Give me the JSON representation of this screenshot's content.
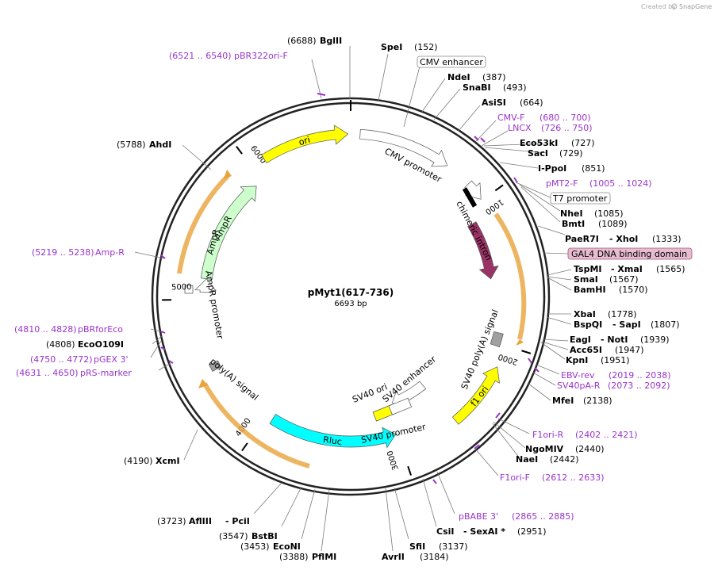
{
  "credit": {
    "text": "Created by",
    "brand": "SnapGene"
  },
  "plasmid": {
    "name": "pMyt1(617-736)",
    "size": "6693 bp"
  },
  "colors": {
    "primer": "#9a33cc",
    "ori": "#ffff00",
    "ampr": "#ccffcc",
    "rluc": "#00ffff",
    "gal4": "#993366",
    "orf_outline": "#e8a33a"
  },
  "ticks": [
    {
      "text": "1000",
      "pos": 1000
    },
    {
      "text": "2000",
      "pos": 2000
    },
    {
      "text": "3000",
      "pos": 3000
    },
    {
      "text": "4000",
      "pos": 4000
    },
    {
      "text": "5000",
      "pos": 5000
    },
    {
      "text": "6000",
      "pos": 6000
    }
  ],
  "features": [
    {
      "name": "ori",
      "start": 6095,
      "end": 6676,
      "dir": "cw",
      "color": "#ffff00",
      "track": 0,
      "label_on": true
    },
    {
      "name": "CMV promoter",
      "start": 62,
      "end": 677,
      "dir": "cw",
      "color": "#ffffff",
      "track": 0,
      "label_on": false
    },
    {
      "name": "chimeric intron",
      "start": 860,
      "end": 990,
      "dir": "cw",
      "color": "#ffffff",
      "track": 0,
      "label_on": false
    },
    {
      "name": "GAL4 DNA binding domain",
      "start": 1100,
      "end": 1540,
      "dir": "cw",
      "color": "#993366",
      "track": 0,
      "label_on": false
    },
    {
      "name": "SV40 poly(A) signal",
      "start": 1930,
      "end": 2022,
      "dir": "none",
      "color": "#a0a0a0",
      "track": 0,
      "label_on": false
    },
    {
      "name": "f1 ori",
      "start": 2150,
      "end": 2600,
      "dir": "ccw",
      "color": "#ffff00",
      "track": 0,
      "label_on": true
    },
    {
      "name": "SV40 promoter",
      "start": 2620,
      "end": 2950,
      "dir": "cw",
      "color": "#ffffff",
      "track": 0,
      "label_on": false
    },
    {
      "name": "Rluc",
      "start": 3010,
      "end": 3950,
      "dir": "ccw",
      "color": "#00ffff",
      "track": 0,
      "label_on": true
    },
    {
      "name": "poly(A) signal",
      "start": 4490,
      "end": 4540,
      "dir": "none",
      "color": "#a0a0a0",
      "track": 0,
      "label_on": false
    },
    {
      "name": "AmpR promoter",
      "start": 5050,
      "end": 5150,
      "dir": "cw",
      "color": "#ffffff",
      "track": 0,
      "label_on": false
    },
    {
      "name": "AmpR",
      "start": 5150,
      "end": 5940,
      "dir": "cw",
      "color": "#ccffcc",
      "track": 0,
      "label_on": true
    }
  ],
  "feature_labels": [
    {
      "text": "CMV promoter"
    },
    {
      "text": "chimeric intron"
    },
    {
      "text": "SV40 poly(A) signal"
    },
    {
      "text": "SV40 ori"
    },
    {
      "text": "SV40 enhancer"
    },
    {
      "text": "SV40 promoter"
    },
    {
      "text": "poly(A) signal"
    },
    {
      "text": "AmpR promoter"
    },
    {
      "text": "AmpR"
    }
  ],
  "labels": [
    {
      "name": "BglII",
      "pos": "(6688)"
    },
    {
      "name": "SpeI",
      "pos": "(152)"
    },
    {
      "name": "CMV enhancer",
      "pos": ""
    },
    {
      "name": "NdeI",
      "pos": "(387)"
    },
    {
      "name": "SnaBI",
      "pos": "(493)"
    },
    {
      "name": "AsiSI",
      "pos": "(664)"
    },
    {
      "name": "CMV-F",
      "pos": "(680 .. 700)"
    },
    {
      "name": "LNCX",
      "pos": "(726 .. 750)"
    },
    {
      "name": "Eco53kI",
      "pos": "(727)"
    },
    {
      "name": "SacI",
      "pos": "(729)"
    },
    {
      "name": "I-PpoI",
      "pos": "(851)"
    },
    {
      "name": "pMT2-F",
      "pos": "(1005 .. 1024)"
    },
    {
      "name": "T7 promoter",
      "pos": ""
    },
    {
      "name": "NheI",
      "pos": "(1085)"
    },
    {
      "name": "BmtI",
      "pos": "(1089)"
    },
    {
      "name": "PaeR7I",
      "pos": "- XhoI",
      "pos2": "(1333)"
    },
    {
      "name": "GAL4 DNA binding domain",
      "pos": ""
    },
    {
      "name": "TspMI",
      "pos": "- XmaI",
      "pos2": "(1565)"
    },
    {
      "name": "SmaI",
      "pos": "(1567)"
    },
    {
      "name": "BamHI",
      "pos": "(1570)"
    },
    {
      "name": "XbaI",
      "pos": "(1778)"
    },
    {
      "name": "BspQI",
      "pos": "- SapI",
      "pos2": "(1807)"
    },
    {
      "name": "EagI",
      "pos": "- NotI",
      "pos2": "(1939)"
    },
    {
      "name": "Acc65I",
      "pos": "(1947)"
    },
    {
      "name": "KpnI",
      "pos": "(1951)"
    },
    {
      "name": "EBV-rev",
      "pos": "(2019 .. 2038)"
    },
    {
      "name": "SV40pA-R",
      "pos": "(2073 .. 2092)"
    },
    {
      "name": "MfeI",
      "pos": "(2138)"
    },
    {
      "name": "F1ori-R",
      "pos": "(2402 .. 2421)"
    },
    {
      "name": "NgoMIV",
      "pos": "(2440)"
    },
    {
      "name": "NaeI",
      "pos": "(2442)"
    },
    {
      "name": "F1ori-F",
      "pos": "(2612 .. 2633)"
    },
    {
      "name": "pBABE 3'",
      "pos": "(2865 .. 2885)"
    },
    {
      "name": "CsiI",
      "pos": "- SexAI *",
      "pos2": "(2951)"
    },
    {
      "name": "SfiI",
      "pos": "(3137)"
    },
    {
      "name": "AvrII",
      "pos": "(3184)"
    },
    {
      "name": "PflMI",
      "pos": "(3388)"
    },
    {
      "name": "EcoNI",
      "pos": "(3453)"
    },
    {
      "name": "BstBI",
      "pos": "(3547)"
    },
    {
      "name": "AflIII",
      "pos": "- PciI",
      "pre": "(3723)"
    },
    {
      "name": "XcmI",
      "pre": "(4190)"
    },
    {
      "name": "pRS-marker",
      "pre": "(4631 .. 4650)"
    },
    {
      "name": "pGEX 3'",
      "pre": "(4750 .. 4772)"
    },
    {
      "name": "EcoO109I",
      "pre": "(4808)"
    },
    {
      "name": "pBRforEco",
      "pre": "(4810 .. 4828)"
    },
    {
      "name": "Amp-R",
      "pre": "(5219 .. 5238)"
    },
    {
      "name": "AhdI",
      "pre": "(5788)"
    },
    {
      "name": "pBR322ori-F",
      "pre": "(6521 .. 6540)"
    }
  ]
}
